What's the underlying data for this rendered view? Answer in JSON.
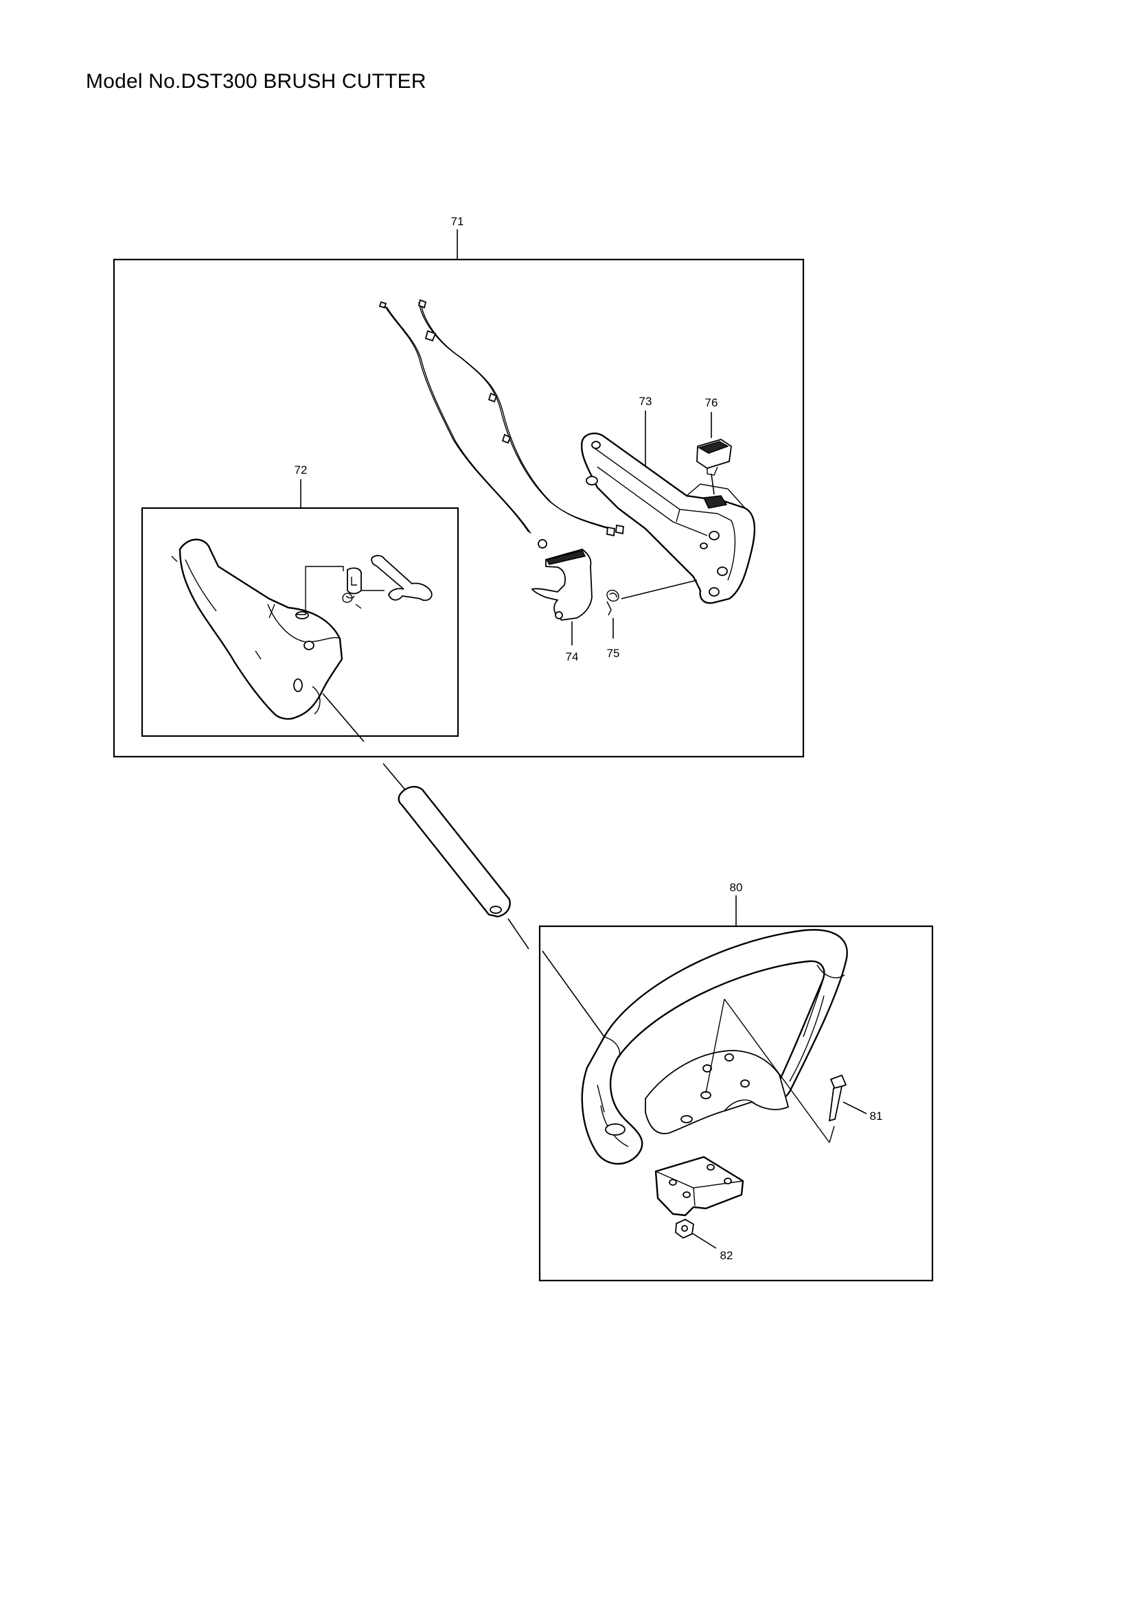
{
  "title": "Model No.DST300 BRUSH CUTTER",
  "callouts": {
    "c71": "71",
    "c72": "72",
    "c73": "73",
    "c74": "74",
    "c75": "75",
    "c76": "76",
    "c80": "80",
    "c81": "81",
    "c82": "82"
  }
}
